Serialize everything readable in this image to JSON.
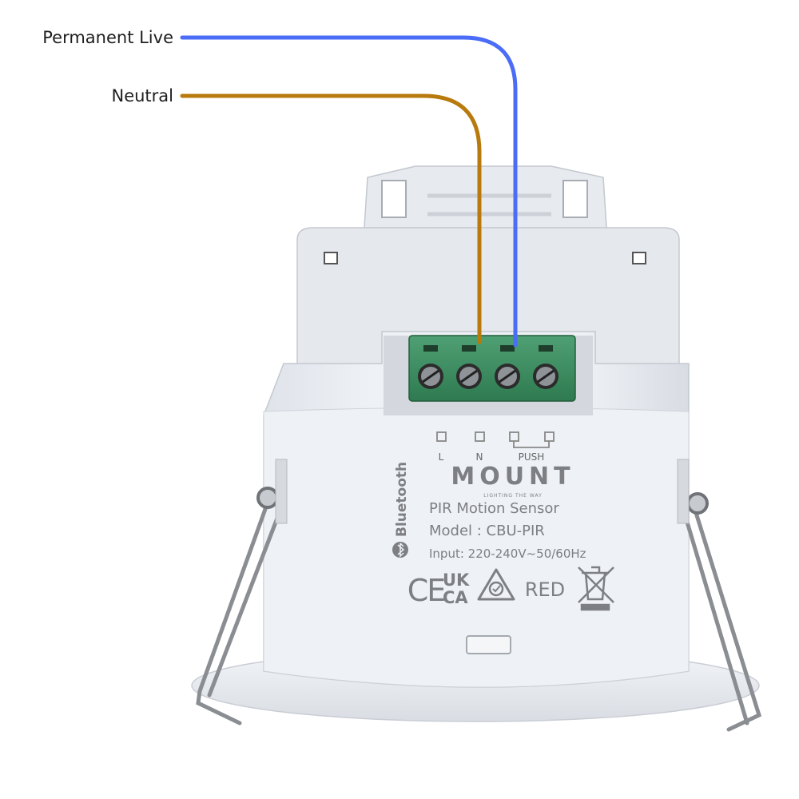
{
  "wires": {
    "live": {
      "label": "Permanent Live",
      "color": "#4a6cf7"
    },
    "neutral": {
      "label": "Neutral",
      "color": "#b87a0c"
    }
  },
  "device": {
    "terminal_labels": [
      "L",
      "N",
      "PUSH"
    ],
    "brand": "MOUNT",
    "tagline": "LIGHTING THE WAY",
    "product": "PIR Motion Sensor",
    "model": "Model :  CBU-PIR",
    "input": "Input: 220-240V~50/60Hz",
    "bluetooth": "Bluetooth",
    "marks": {
      "ce": "CE",
      "ukca_top": "UK",
      "ukca_bottom": "CA",
      "red": "RED"
    },
    "colors": {
      "body": "#e9ecf1",
      "terminal": "#3f8f62",
      "spring": "#8a8d91"
    }
  }
}
